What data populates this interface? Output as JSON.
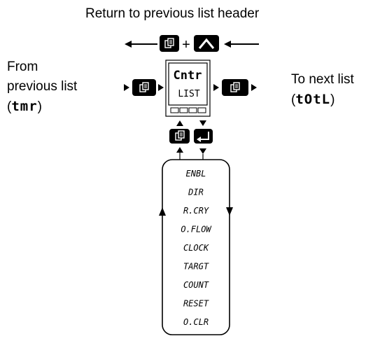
{
  "header": {
    "return_label": "Return to previous list header"
  },
  "left_label": {
    "line1": "From",
    "line2": "previous list",
    "code_open": "(",
    "code": "tmr",
    "code_close": ")"
  },
  "right_label": {
    "line1": "To next list",
    "code_open": "(",
    "code": "tOtL",
    "code_close": ")"
  },
  "plus_sign": "+",
  "display": {
    "top": "Cntr",
    "bottom": "LIST"
  },
  "parameters": [
    "ENBL",
    "DIR",
    "R.CRY",
    "O.FLOW",
    "CLOCK",
    "TARGT",
    "COUNT",
    "RESET",
    "O.CLR"
  ],
  "icons": [
    "page-button-icon",
    "up-button-icon",
    "enter-button-icon",
    "arrow-left-icon",
    "arrow-right-icon",
    "arrow-up-icon",
    "arrow-down-icon"
  ]
}
